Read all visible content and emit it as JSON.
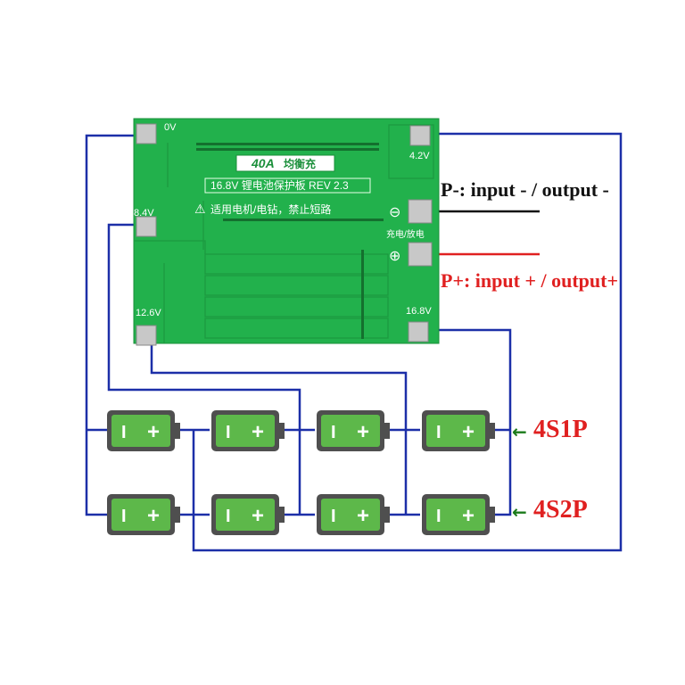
{
  "board": {
    "current_badge": "40A",
    "badge_cn": "均衡充",
    "model_line": "16.8V 锂电池保护板 REV 2.3",
    "warning_line": "适用电机/电钻，禁止短路",
    "pad_0v": "0V",
    "pad_42v": "4.2V",
    "pad_84v": "8.4V",
    "pad_126v": "12.6V",
    "pad_168v": "16.8V",
    "minus_symbol": "⊖",
    "plus_symbol": "⊕",
    "charge_discharge": "充电/放电",
    "pcb_color": "#22b14c",
    "wire_color": "#1c2fa8"
  },
  "labels": {
    "p_minus": "P-: input - / output -",
    "p_plus": "P+: input + / output+",
    "s1": "4S1P",
    "s2": "4S2P",
    "arrow": "←"
  },
  "cells": {
    "minus": "I",
    "plus": "+"
  }
}
